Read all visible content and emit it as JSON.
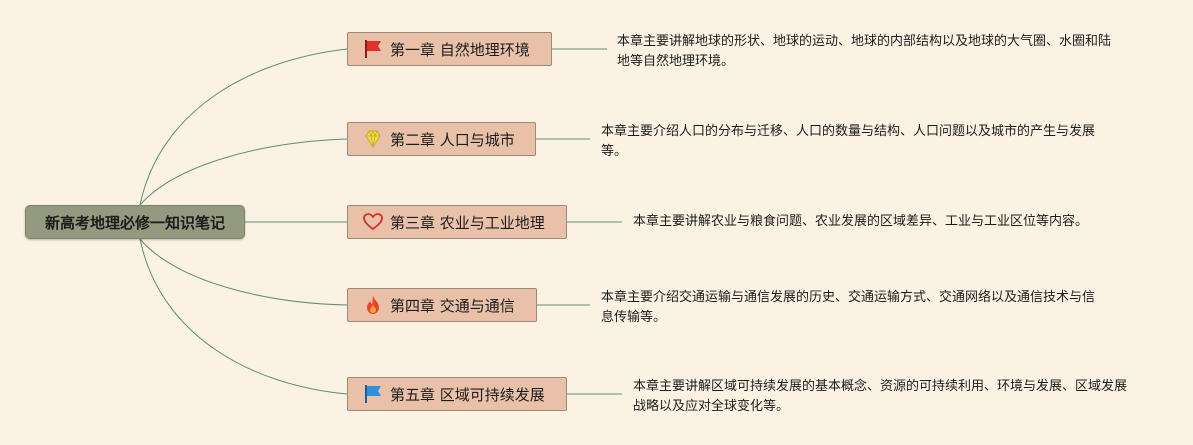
{
  "root": {
    "label": "新高考地理必修一知识笔记"
  },
  "branches": [
    {
      "label": "第一章 自然地理环境",
      "icon": "red-flag-icon",
      "icon_color": "#e0302a",
      "description": "本章主要讲解地球的形状、地球的运动、地球的内部结构以及地球的大气圈、水圈和陆地等自然地理环境。"
    },
    {
      "label": "第二章 人口与城市",
      "icon": "gold-gem-icon",
      "icon_color": "#e8cf3a",
      "description": "本章主要介绍人口的分布与迁移、人口的数量与结构、人口问题以及城市的产生与发展等。"
    },
    {
      "label": "第三章 农业与工业地理",
      "icon": "heart-outline-icon",
      "icon_color": "#d9302c",
      "description": "本章主要讲解农业与粮食问题、农业发展的区域差异、工业与工业区位等内容。"
    },
    {
      "label": "第四章 交通与通信",
      "icon": "fire-icon",
      "icon_color": "#e8432a",
      "description": "本章主要介绍交通运输与通信发展的历史、交通运输方式、交通网络以及通信技术与信息传输等。"
    },
    {
      "label": "第五章 区域可持续发展",
      "icon": "blue-flag-icon",
      "icon_color": "#2e8fdc",
      "description": "本章主要讲解区域可持续发展的基本概念、资源的可持续利用、环境与发展、区域发展战略以及应对全球变化等。"
    }
  ]
}
